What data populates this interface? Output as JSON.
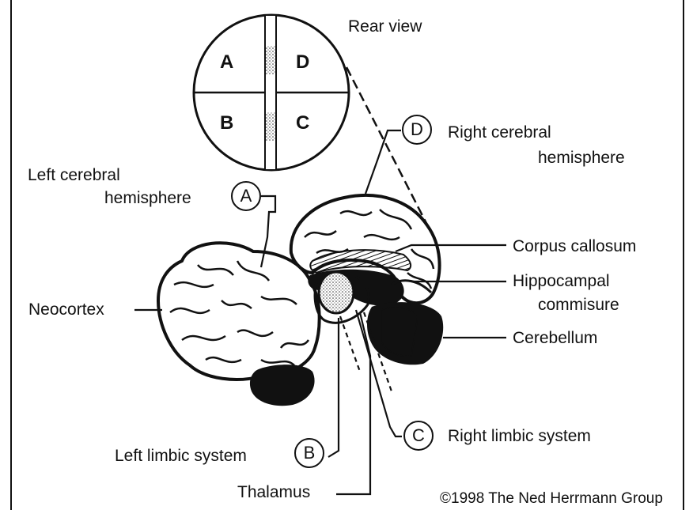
{
  "inset": {
    "title": "Rear view",
    "quadrants": [
      "A",
      "D",
      "B",
      "C"
    ]
  },
  "labels": {
    "left_hemisphere_line1": "Left cerebral",
    "left_hemisphere_line2": "hemisphere",
    "right_hemisphere_line1": "Right cerebral",
    "right_hemisphere_line2": "hemisphere",
    "neocortex": "Neocortex",
    "corpus_callosum": "Corpus callosum",
    "hippocampal_line1": "Hippocampal",
    "hippocampal_line2": "commisure",
    "cerebellum": "Cerebellum",
    "left_limbic": "Left limbic system",
    "right_limbic": "Right limbic system",
    "thalamus": "Thalamus"
  },
  "markers": {
    "a": "A",
    "b": "B",
    "c": "C",
    "d": "D"
  },
  "footer": {
    "copyright": "©1998 The Ned Herrmann Group"
  }
}
